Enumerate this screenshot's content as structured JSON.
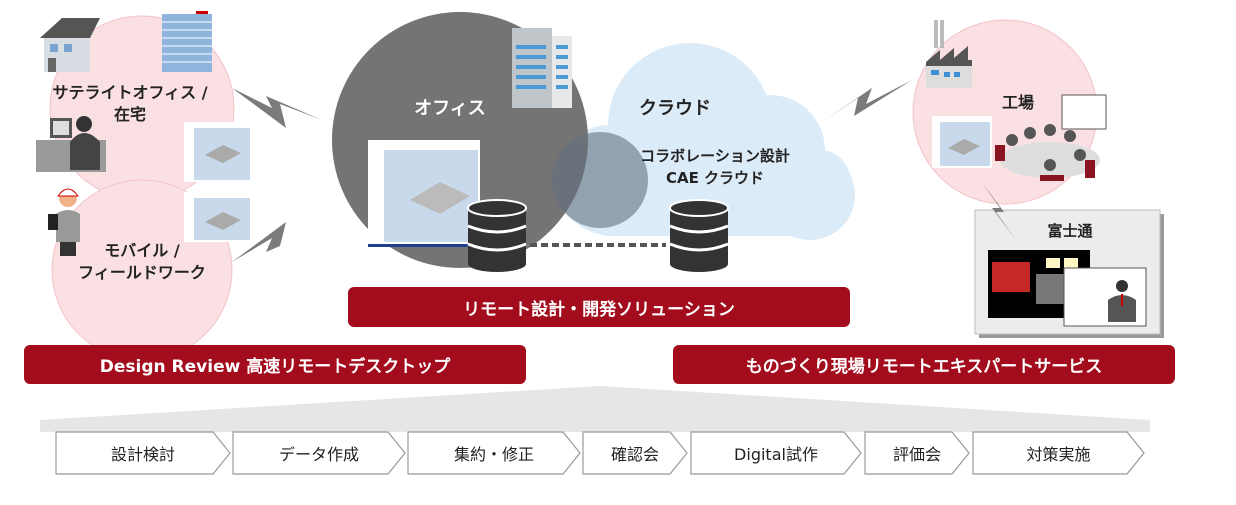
{
  "locations": {
    "satellite": "サテライトオフィス /",
    "satellite_2": "在宅",
    "mobile": "モバイル /",
    "mobile_2": "フィールドワーク",
    "office": "オフィス",
    "cloud": "クラウド",
    "cloud_sub_1": "コラボレーション設計",
    "cloud_sub_2": "CAE クラウド",
    "factory": "工場",
    "fujitsu": "富士通"
  },
  "solutions": {
    "remote_design": "リモート設計・開発ソリューション",
    "design_review": "Design Review 高速リモートデスクトップ",
    "expert_service": "ものづくり現場リモートエキスパートサービス"
  },
  "process_steps": [
    "設計検討",
    "データ作成",
    "集約・修正",
    "確認会",
    "Digital試作",
    "評価会",
    "対策実施"
  ],
  "colors": {
    "accent_red": "#a30c1c",
    "pink": "#fbdfe2",
    "office_gray": "#6f6f6f",
    "cloud_blue": "#dcebf8"
  }
}
